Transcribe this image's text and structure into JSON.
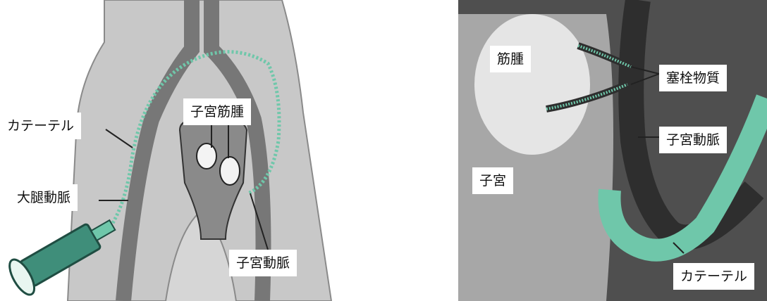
{
  "left": {
    "labels": {
      "catheter": "カテーテル",
      "femoral_artery": "大腿動脈",
      "uterine_fibroid": "子宮筋腫",
      "uterine_artery": "子宮動脈"
    }
  },
  "right": {
    "labels": {
      "fibroid": "筋腫",
      "embolic_material": "塞栓物質",
      "uterine_artery": "子宮動脈",
      "uterus": "子宮",
      "catheter": "カテーテル"
    }
  },
  "colors": {
    "body_gray": "#c4c4c4",
    "vessel_dark": "#6f6f6f",
    "catheter_teal": "#6fc7aa",
    "background_dark": "#4a4a4a"
  }
}
